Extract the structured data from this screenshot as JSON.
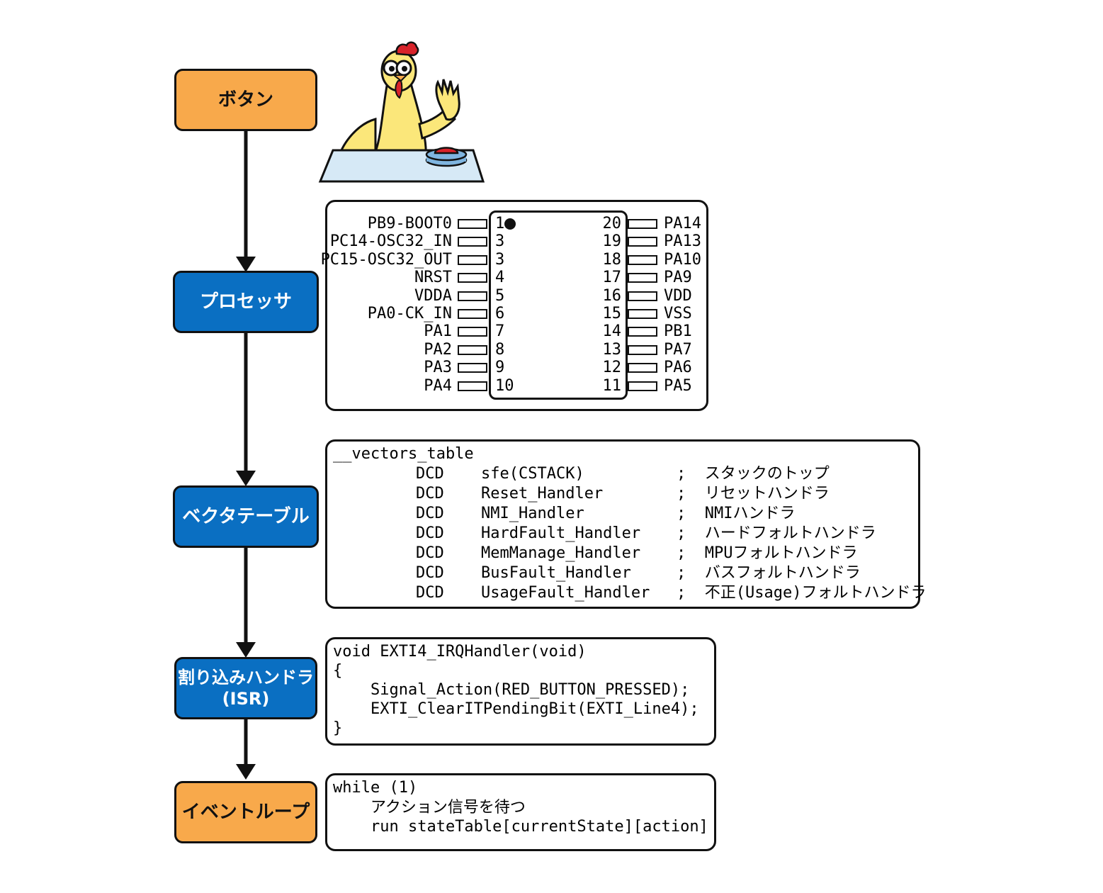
{
  "flow": {
    "steps": [
      {
        "label": "ボタン",
        "color": "#f8a94b"
      },
      {
        "label": "プロセッサ",
        "color": "#0a6fc2"
      },
      {
        "label": "ベクタテーブル",
        "color": "#0a6fc2"
      },
      {
        "label": "割り込みハンドラ\n(ISR)",
        "color": "#0a6fc2"
      },
      {
        "label": "イベントループ",
        "color": "#f8a94b"
      }
    ]
  },
  "chip": {
    "left_pins": [
      {
        "num": "1",
        "name": "PB9-BOOT0"
      },
      {
        "num": "3",
        "name": "PC14-OSC32_IN"
      },
      {
        "num": "3",
        "name": "PC15-OSC32_OUT"
      },
      {
        "num": "4",
        "name": "NRST"
      },
      {
        "num": "5",
        "name": "VDDA"
      },
      {
        "num": "6",
        "name": "PA0-CK_IN"
      },
      {
        "num": "7",
        "name": "PA1"
      },
      {
        "num": "8",
        "name": "PA2"
      },
      {
        "num": "9",
        "name": "PA3"
      },
      {
        "num": "10",
        "name": "PA4"
      }
    ],
    "right_pins": [
      {
        "num": "20",
        "name": "PA14"
      },
      {
        "num": "19",
        "name": "PA13"
      },
      {
        "num": "18",
        "name": "PA10"
      },
      {
        "num": "17",
        "name": "PA9"
      },
      {
        "num": "16",
        "name": "VDD"
      },
      {
        "num": "15",
        "name": "VSS"
      },
      {
        "num": "14",
        "name": "PB1"
      },
      {
        "num": "13",
        "name": "PA7"
      },
      {
        "num": "12",
        "name": "PA6"
      },
      {
        "num": "11",
        "name": "PA5"
      }
    ]
  },
  "vector_table": {
    "header": "__vectors_table",
    "rows": [
      {
        "op": "DCD",
        "arg": "sfe(CSTACK)",
        "comment": ";  スタックのトップ"
      },
      {
        "op": "DCD",
        "arg": "Reset_Handler",
        "comment": ";  リセットハンドラ"
      },
      {
        "op": "DCD",
        "arg": "NMI_Handler",
        "comment": ";  NMIハンドラ"
      },
      {
        "op": "DCD",
        "arg": "HardFault_Handler",
        "comment": ";  ハードフォルトハンドラ"
      },
      {
        "op": "DCD",
        "arg": "MemManage_Handler",
        "comment": ";  MPUフォルトハンドラ"
      },
      {
        "op": "DCD",
        "arg": "BusFault_Handler",
        "comment": ";  バスフォルトハンドラ"
      },
      {
        "op": "DCD",
        "arg": "UsageFault_Handler",
        "comment": ";  不正(Usage)フォルトハンドラ"
      }
    ]
  },
  "isr_code": {
    "lines": [
      "void EXTI4_IRQHandler(void)",
      "{",
      "    Signal_Action(RED_BUTTON_PRESSED);",
      "    EXTI_ClearITPendingBit(EXTI_Line4);",
      "}"
    ]
  },
  "loop_code": {
    "lines": [
      "while (1)",
      "    アクション信号を待つ",
      "    run stateTable[currentState][action]"
    ]
  },
  "colors": {
    "orange": "#f8a94b",
    "blue": "#0a6fc2",
    "button_red": "#d8232a",
    "panel_blue": "#d6e9f6",
    "chicken_yellow": "#fbe77a"
  },
  "icons": [
    "chicken-mascot-icon",
    "red-button-icon"
  ]
}
